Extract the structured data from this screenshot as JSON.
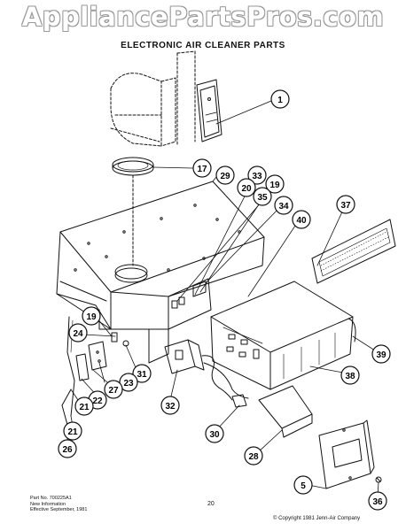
{
  "header": {
    "watermark": "AppliancePartsPros.com",
    "title": "ELECTRONIC AIR CLEANER PARTS"
  },
  "callouts": [
    "1",
    "17",
    "29",
    "33",
    "20",
    "19",
    "35",
    "34",
    "40",
    "37",
    "19",
    "24",
    "31",
    "23",
    "27",
    "22",
    "21",
    "21",
    "26",
    "32",
    "30",
    "28",
    "38",
    "39",
    "5",
    "36"
  ],
  "footer": {
    "part_no": "Part No. 700225A1",
    "new_info": "New Information",
    "effective": "Effective September, 1981",
    "page": "20",
    "copyright": "© Copyright 1981 Jenn-Air Company"
  }
}
